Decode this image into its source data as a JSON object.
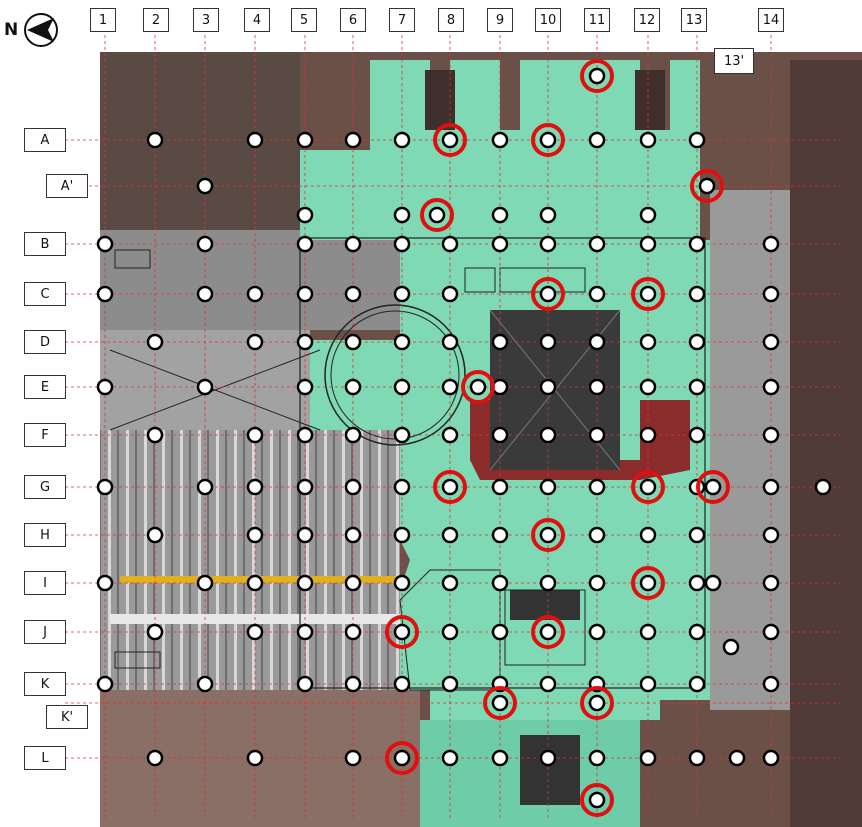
{
  "north_arrow": {
    "label": "N"
  },
  "grid": {
    "columns": [
      "1",
      "2",
      "3",
      "4",
      "5",
      "6",
      "7",
      "8",
      "9",
      "10",
      "11",
      "12",
      "13",
      "14"
    ],
    "extra_column": "13'",
    "rows": [
      "A",
      "A'",
      "B",
      "C",
      "D",
      "E",
      "F",
      "G",
      "H",
      "I",
      "J",
      "K",
      "K'",
      "L"
    ]
  },
  "legend_colors": {
    "point_fill": "#ffffff",
    "highlight_ring": "#e01010",
    "grid_line": "#e03030",
    "roof_green": "#7fd9b4",
    "roof_red": "#8a2c2c"
  },
  "points": [
    [
      "2",
      "A"
    ],
    [
      "4",
      "A"
    ],
    [
      "5",
      "A"
    ],
    [
      "6",
      "A"
    ],
    [
      "7",
      "A"
    ],
    [
      "8",
      "A"
    ],
    [
      "9",
      "A"
    ],
    [
      "10",
      "A"
    ],
    [
      "11",
      "A"
    ],
    [
      "12",
      "A"
    ],
    [
      "13",
      "A"
    ],
    [
      "3",
      "A'"
    ],
    [
      "5",
      "Ap2"
    ],
    [
      "7",
      "Ap2"
    ],
    [
      "7.7",
      "Ap2"
    ],
    [
      "9",
      "Ap2"
    ],
    [
      "10",
      "Ap2"
    ],
    [
      "12",
      "Ap2"
    ],
    [
      "1",
      "B"
    ],
    [
      "3",
      "B"
    ],
    [
      "5",
      "B"
    ],
    [
      "6",
      "B"
    ],
    [
      "7",
      "B"
    ],
    [
      "8",
      "B"
    ],
    [
      "9",
      "B"
    ],
    [
      "10",
      "B"
    ],
    [
      "11",
      "B"
    ],
    [
      "12",
      "B"
    ],
    [
      "13",
      "B"
    ],
    [
      "14",
      "B"
    ],
    [
      "1",
      "C"
    ],
    [
      "3",
      "C"
    ],
    [
      "4",
      "C"
    ],
    [
      "5",
      "C"
    ],
    [
      "6",
      "C"
    ],
    [
      "7",
      "C"
    ],
    [
      "8",
      "C"
    ],
    [
      "10",
      "C"
    ],
    [
      "11",
      "C"
    ],
    [
      "12",
      "C"
    ],
    [
      "13",
      "C"
    ],
    [
      "14",
      "C"
    ],
    [
      "2",
      "D"
    ],
    [
      "4",
      "D"
    ],
    [
      "5",
      "D"
    ],
    [
      "6",
      "D"
    ],
    [
      "7",
      "D"
    ],
    [
      "8",
      "D"
    ],
    [
      "9",
      "D"
    ],
    [
      "10",
      "D"
    ],
    [
      "11",
      "D"
    ],
    [
      "12",
      "D"
    ],
    [
      "13",
      "D"
    ],
    [
      "14",
      "D"
    ],
    [
      "1",
      "E"
    ],
    [
      "3",
      "E"
    ],
    [
      "5",
      "E"
    ],
    [
      "6",
      "E"
    ],
    [
      "7",
      "E"
    ],
    [
      "8",
      "E"
    ],
    [
      "8.6",
      "E"
    ],
    [
      "9",
      "E"
    ],
    [
      "10",
      "E"
    ],
    [
      "11",
      "E"
    ],
    [
      "12",
      "E"
    ],
    [
      "13",
      "E"
    ],
    [
      "14",
      "E"
    ],
    [
      "2",
      "F"
    ],
    [
      "4",
      "F"
    ],
    [
      "5",
      "F"
    ],
    [
      "6",
      "F"
    ],
    [
      "7",
      "F"
    ],
    [
      "8",
      "F"
    ],
    [
      "9",
      "F"
    ],
    [
      "10",
      "F"
    ],
    [
      "11",
      "F"
    ],
    [
      "12",
      "F"
    ],
    [
      "13",
      "F"
    ],
    [
      "14",
      "F"
    ],
    [
      "1",
      "G"
    ],
    [
      "3",
      "G"
    ],
    [
      "4",
      "G"
    ],
    [
      "5",
      "G"
    ],
    [
      "6",
      "G"
    ],
    [
      "7",
      "G"
    ],
    [
      "8",
      "G"
    ],
    [
      "9",
      "G"
    ],
    [
      "10",
      "G"
    ],
    [
      "11",
      "G"
    ],
    [
      "12",
      "G"
    ],
    [
      "13",
      "G"
    ],
    [
      "13.3",
      "G"
    ],
    [
      "14",
      "G"
    ],
    [
      "15",
      "G"
    ],
    [
      "2",
      "H"
    ],
    [
      "4",
      "H"
    ],
    [
      "5",
      "H"
    ],
    [
      "6",
      "H"
    ],
    [
      "7",
      "H"
    ],
    [
      "8",
      "H"
    ],
    [
      "9",
      "H"
    ],
    [
      "10",
      "H"
    ],
    [
      "11",
      "H"
    ],
    [
      "12",
      "H"
    ],
    [
      "13",
      "H"
    ],
    [
      "14",
      "H"
    ],
    [
      "1",
      "I"
    ],
    [
      "3",
      "I"
    ],
    [
      "4",
      "I"
    ],
    [
      "5",
      "I"
    ],
    [
      "6",
      "I"
    ],
    [
      "7",
      "I"
    ],
    [
      "8",
      "I"
    ],
    [
      "9",
      "I"
    ],
    [
      "10",
      "I"
    ],
    [
      "11",
      "I"
    ],
    [
      "12",
      "I"
    ],
    [
      "13",
      "I"
    ],
    [
      "13.3",
      "I"
    ],
    [
      "14",
      "I"
    ],
    [
      "2",
      "J"
    ],
    [
      "4",
      "J"
    ],
    [
      "5",
      "J"
    ],
    [
      "6",
      "J"
    ],
    [
      "7",
      "J"
    ],
    [
      "8",
      "J"
    ],
    [
      "9",
      "J"
    ],
    [
      "10",
      "J"
    ],
    [
      "11",
      "J"
    ],
    [
      "12",
      "J"
    ],
    [
      "13",
      "J"
    ],
    [
      "13.7",
      "Jb"
    ],
    [
      "14",
      "J"
    ],
    [
      "1",
      "K"
    ],
    [
      "3",
      "K"
    ],
    [
      "5",
      "K"
    ],
    [
      "6",
      "K"
    ],
    [
      "7",
      "K"
    ],
    [
      "8",
      "K"
    ],
    [
      "9",
      "K"
    ],
    [
      "10",
      "K"
    ],
    [
      "11",
      "K"
    ],
    [
      "12",
      "K"
    ],
    [
      "13",
      "K"
    ],
    [
      "14",
      "K"
    ],
    [
      "9",
      "K'"
    ],
    [
      "11",
      "K'"
    ],
    [
      "2",
      "L"
    ],
    [
      "4",
      "L"
    ],
    [
      "6",
      "L"
    ],
    [
      "7",
      "L"
    ],
    [
      "8",
      "L"
    ],
    [
      "9",
      "L"
    ],
    [
      "10",
      "L"
    ],
    [
      "11",
      "L"
    ],
    [
      "12",
      "L"
    ],
    [
      "13",
      "L"
    ],
    [
      "13.8",
      "L"
    ],
    [
      "14",
      "L"
    ],
    [
      "11",
      "Top"
    ],
    [
      "11",
      "Bot"
    ]
  ],
  "highlighted": [
    [
      "11",
      "Top"
    ],
    [
      "8",
      "A"
    ],
    [
      "10",
      "A"
    ],
    [
      "13.2",
      "A'"
    ],
    [
      "7.7",
      "Ap2"
    ],
    [
      "10",
      "C"
    ],
    [
      "12",
      "C"
    ],
    [
      "8.6",
      "E"
    ],
    [
      "8",
      "G"
    ],
    [
      "12",
      "G"
    ],
    [
      "13.3",
      "G"
    ],
    [
      "10",
      "H"
    ],
    [
      "12",
      "I"
    ],
    [
      "7",
      "J"
    ],
    [
      "10",
      "J"
    ],
    [
      "9",
      "K'"
    ],
    [
      "11",
      "K'"
    ],
    [
      "7",
      "L"
    ],
    [
      "11",
      "Bot"
    ]
  ]
}
